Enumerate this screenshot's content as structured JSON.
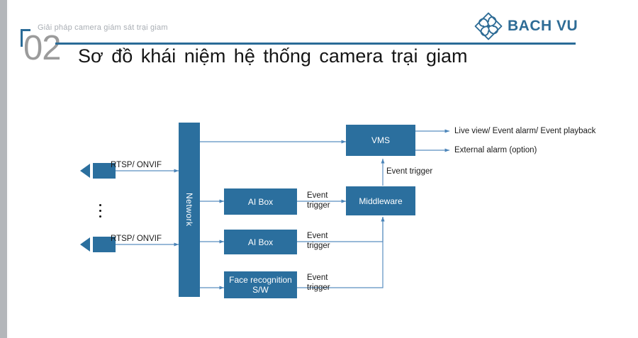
{
  "slide": {
    "kicker": "Giải pháp camera giám sát trại giam",
    "number": "02",
    "title": "Sơ đồ khái niệm hệ thống camera trại giam",
    "accent_color": "#2a6b97",
    "number_color": "#9b9b9b",
    "node_fill": "#2b6f9e",
    "connector_color": "#5b8fc0"
  },
  "logo": {
    "icon": "bachvu-pinwheel-logo-icon",
    "text": "BACH VU",
    "color": "#2e6c96"
  },
  "diagram": {
    "nodes": {
      "network": "Network",
      "ai_box_1": "AI Box",
      "ai_box_2": "AI Box",
      "face_recognition": "Face\nrecognition S/W",
      "middleware": "Middleware",
      "vms": "VMS"
    },
    "cameras": [
      {
        "label": "RTSP/ ONVIF"
      },
      {
        "label": "RTSP/ ONVIF"
      }
    ],
    "ellipsis": "⋮",
    "edge_labels": {
      "camera_1": "RTSP/ ONVIF",
      "camera_2": "RTSP/ ONVIF",
      "ai_box_1_trigger": "Event\ntrigger",
      "ai_box_2_trigger": "Event\ntrigger",
      "face_trigger": "Event\ntrigger",
      "middleware_to_vms": "Event trigger"
    },
    "outputs": [
      "Live view/ Event alarm/ Event playback",
      "External alarm (option)"
    ]
  }
}
